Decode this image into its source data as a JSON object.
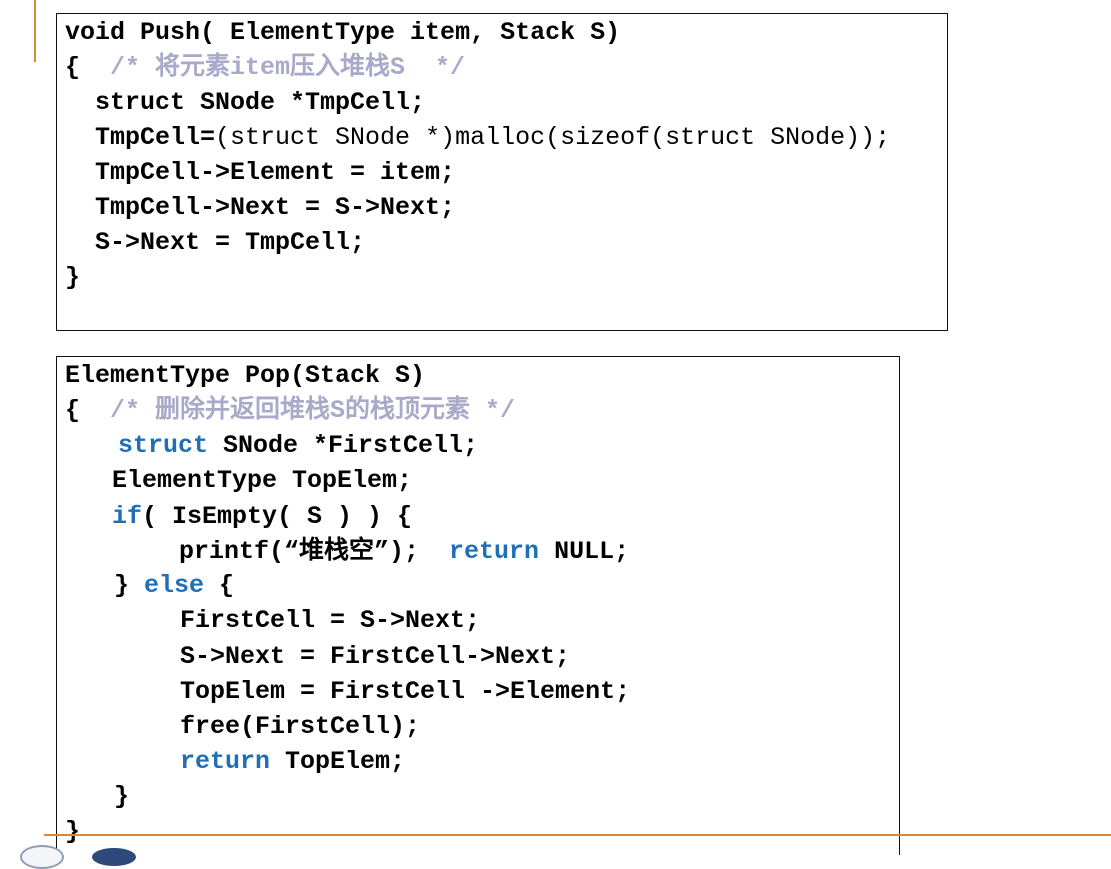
{
  "push": {
    "l1": "void Push( ElementType item, Stack S)",
    "l2_brace": "{  ",
    "l2_comment": "/* 将元素item压入堆栈S  */",
    "l3": "  struct SNode *TmpCell;",
    "l4_a": "  TmpCell=",
    "l4_b": "(struct SNode *)malloc(sizeof(struct SNode));",
    "l5": "  TmpCell->Element = item;",
    "l6": "  TmpCell->Next = S->Next;",
    "l7": "  S->Next = TmpCell;",
    "l8": "}"
  },
  "pop": {
    "l1": "ElementType Pop(Stack S)",
    "l2_brace": "{  ",
    "l2_comment": "/* 删除并返回堆栈S的栈顶元素 */",
    "l3_kw": "struct",
    "l3_rest": " SNode *FirstCell;",
    "l4": "ElementType TopElem;",
    "l5_kw": "if",
    "l5_rest": "( IsEmpty( S ) ) {",
    "l6_a": "printf(“堆栈空”);  ",
    "l6_kw": "return",
    "l6_b": " NULL;",
    "l7_a": "} ",
    "l7_kw": "else",
    "l7_b": " {",
    "l8": "FirstCell = S->Next;",
    "l9": "S->Next = FirstCell->Next;",
    "l10": "TopElem = FirstCell ->Element;",
    "l11": "free(FirstCell);",
    "l12_kw": "return",
    "l12_rest": " TopElem;",
    "l13": "}",
    "l14": "}"
  },
  "colors": {
    "keyword": "#1f6fb6",
    "comment": "#a9a9c9",
    "accent_line": "#d88a3c"
  }
}
